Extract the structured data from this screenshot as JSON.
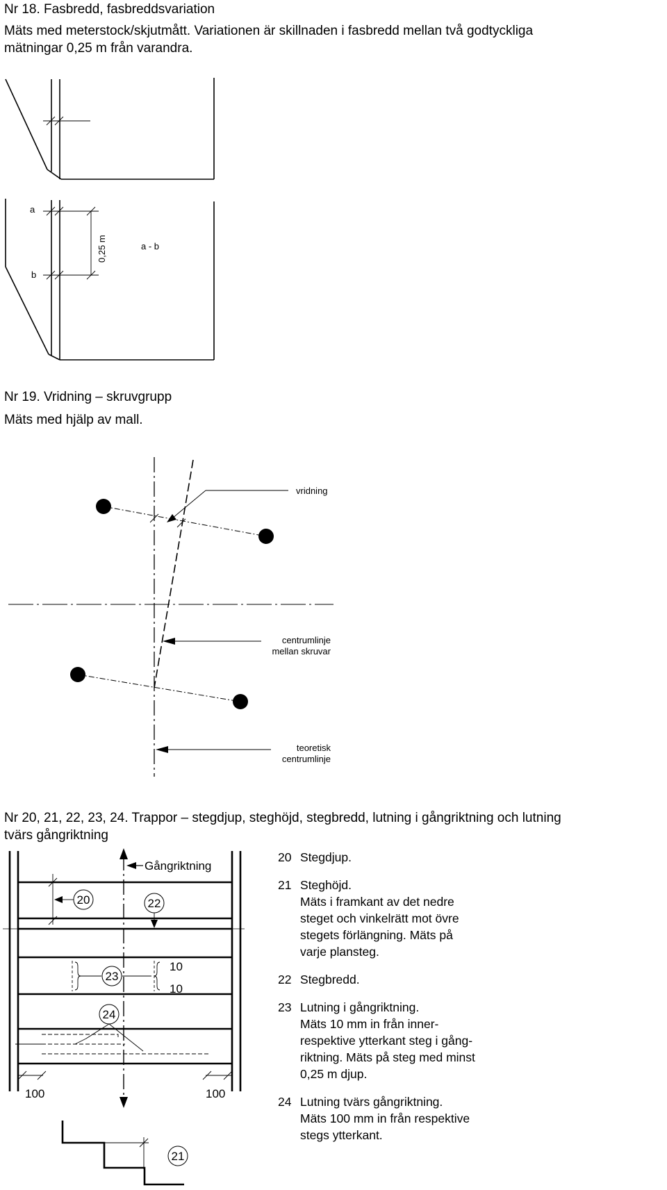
{
  "nr18": {
    "heading": "Nr 18. Fasbredd, fasbreddsvariation",
    "line1": "Mäts med meterstock/skjutmått. Variationen är skillnaden i fasbredd mellan två godtyckliga",
    "line2": "mätningar 0,25 m från varandra.",
    "fig": {
      "label_a": "a",
      "label_b": "b",
      "dim": "0,25 m",
      "diff": "a - b"
    }
  },
  "nr19": {
    "heading": "Nr 19. Vridning – skruvgrupp",
    "line1": "Mäts med hjälp av mall.",
    "fig": {
      "vridning": "vridning",
      "centrum1": "centrumlinje",
      "centrum2": "mellan skruvar",
      "teor1": "teoretisk",
      "teor2": "centrumlinje"
    }
  },
  "nr20": {
    "heading1": "Nr 20, 21, 22, 23, 24. Trappor – stegdjup, steghöjd, stegbredd, lutning i gångriktning och lutning",
    "heading2": "tvärs gångriktning",
    "fig": {
      "gangriktning": "Gångriktning",
      "c20": "20",
      "c21": "21",
      "c22": "22",
      "c23": "23",
      "c24": "24",
      "ten_a": "10",
      "ten_b": "10",
      "hundred_a": "100",
      "hundred_b": "100"
    },
    "items": [
      {
        "num": "20",
        "lines": [
          "Stegdjup."
        ]
      },
      {
        "num": "21",
        "lines": [
          "Steghöjd.",
          "Mäts i framkant av det nedre",
          "steget och vinkelrätt mot övre",
          "stegets förlängning. Mäts på",
          "varje plansteg."
        ]
      },
      {
        "num": "22",
        "lines": [
          "Stegbredd."
        ]
      },
      {
        "num": "23",
        "lines": [
          "Lutning i gångriktning.",
          "Mäts 10 mm in från inner-",
          "respektive ytterkant steg i gång-",
          "riktning. Mäts på steg med minst",
          "0,25 m djup."
        ]
      },
      {
        "num": "24",
        "lines": [
          "Lutning tvärs gångriktning.",
          "Mäts 100 mm in från respektive",
          "stegs ytterkant."
        ]
      }
    ]
  }
}
